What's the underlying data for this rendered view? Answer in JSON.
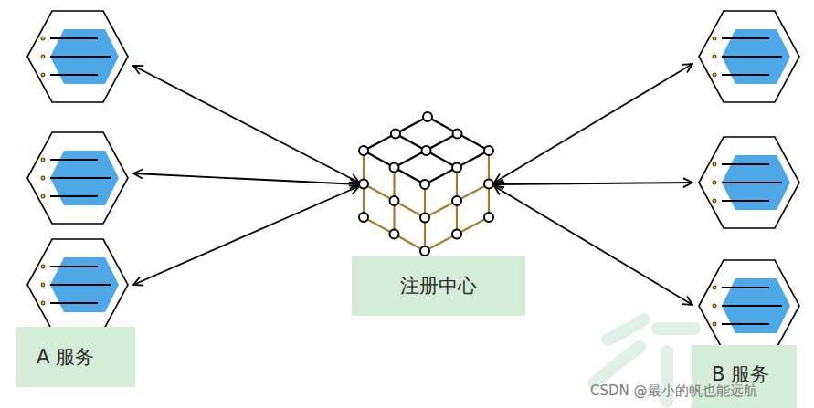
{
  "diagram": {
    "nodes": [
      {
        "text": [
          "注册中心"
        ]
      },
      {
        "text": [
          "A 服务"
        ]
      },
      {
        "text": [
          "B 服务"
        ]
      }
    ],
    "labels": [
      "CSDN @最小的帆也能远航"
    ]
  }
}
